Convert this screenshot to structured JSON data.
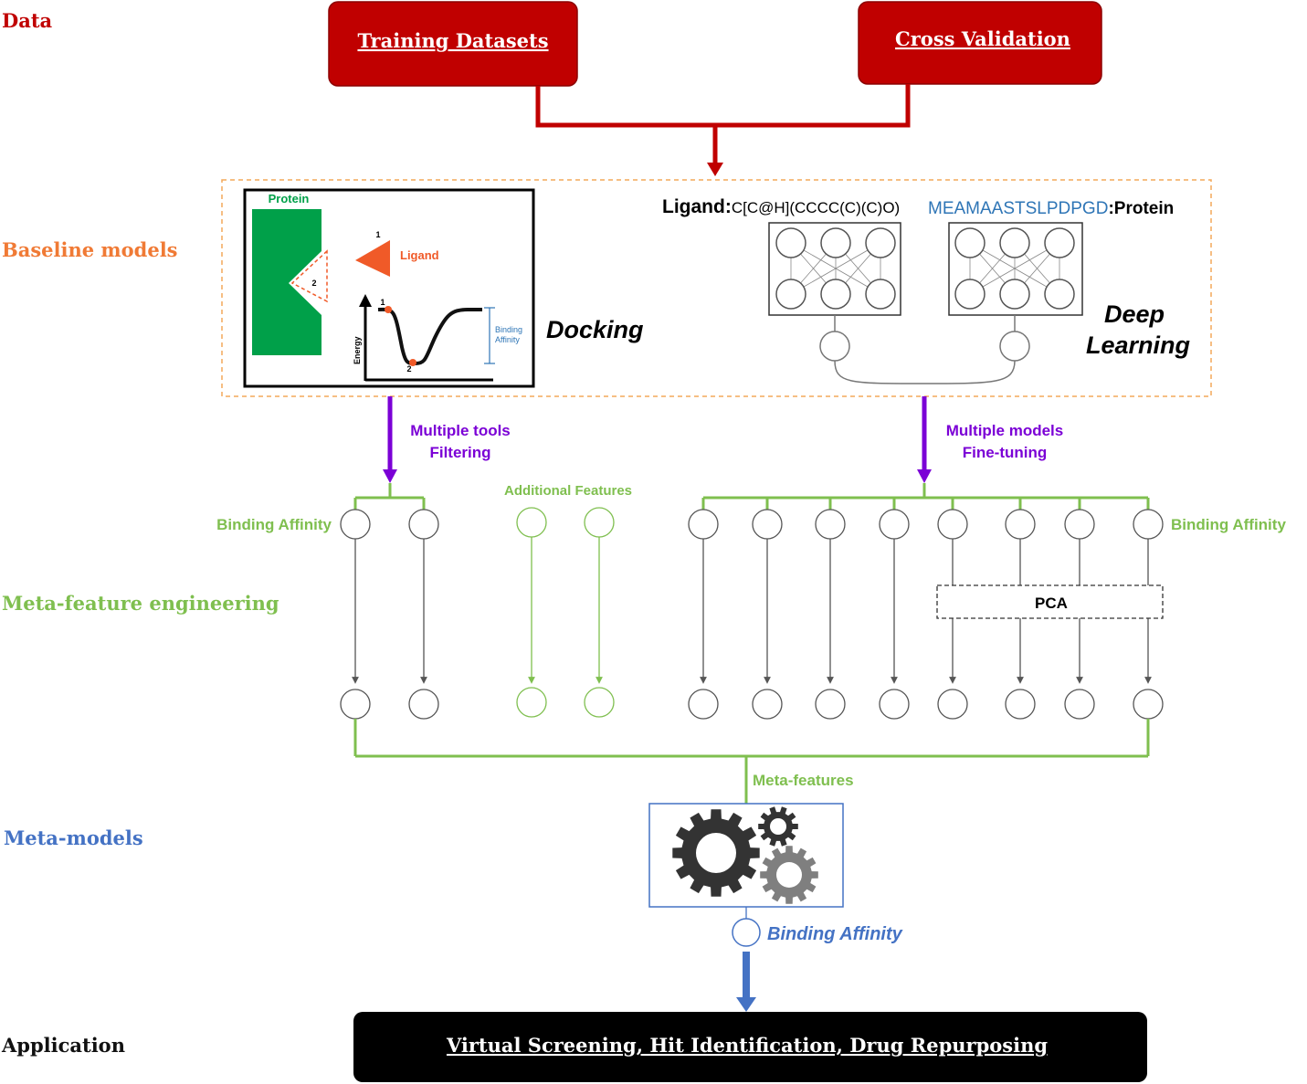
{
  "colors": {
    "data": "#c00000",
    "baseline": "#f07a35",
    "meta_feature": "#7fbf4f",
    "meta_model": "#4472c4",
    "application": "#000000",
    "purple": "#7b00d6",
    "ligand_orange": "#f05a28",
    "protein_green": "#00a049",
    "seq_blue": "#2e75b6",
    "node_gray": "#555555"
  },
  "stages": {
    "data": "Data",
    "baseline": "Baseline models",
    "meta_feature": "Meta-feature engineering",
    "meta_models": "Meta-models",
    "application": "Application"
  },
  "data_boxes": {
    "training": "Training Datasets",
    "cross_validation": "Cross Validation"
  },
  "docking": {
    "protein_label": "Protein",
    "ligand_label": "Ligand",
    "pose_1": "1",
    "pose_2": "2",
    "curve_1": "1",
    "curve_2": "2",
    "energy_label": "Energy",
    "binding_affinity_line1": "Binding",
    "binding_affinity_line2": "Affinity",
    "title": "Docking"
  },
  "deep_learning": {
    "ligand_prefix": "Ligand:",
    "ligand_smiles": "C[C@H](CCCC(C)(C)O)",
    "protein_sequence": "MEAMAASTSLPDPGD",
    "protein_suffix": ":Protein",
    "title_line1": "Deep",
    "title_line2": "Learning"
  },
  "arrows_text": {
    "left_line1": "Multiple tools",
    "left_line2": "Filtering",
    "right_line1": "Multiple models",
    "right_line2": "Fine-tuning"
  },
  "meta_feature": {
    "additional_features": "Additional Features",
    "binding_affinity_left": "Binding Affinity",
    "binding_affinity_right": "Binding Affinity",
    "pca": "PCA",
    "meta_features": "Meta-features"
  },
  "meta_model": {
    "output_label": "Binding Affinity"
  },
  "application_box": "Virtual Screening, Hit Identification, Drug Repurposing"
}
